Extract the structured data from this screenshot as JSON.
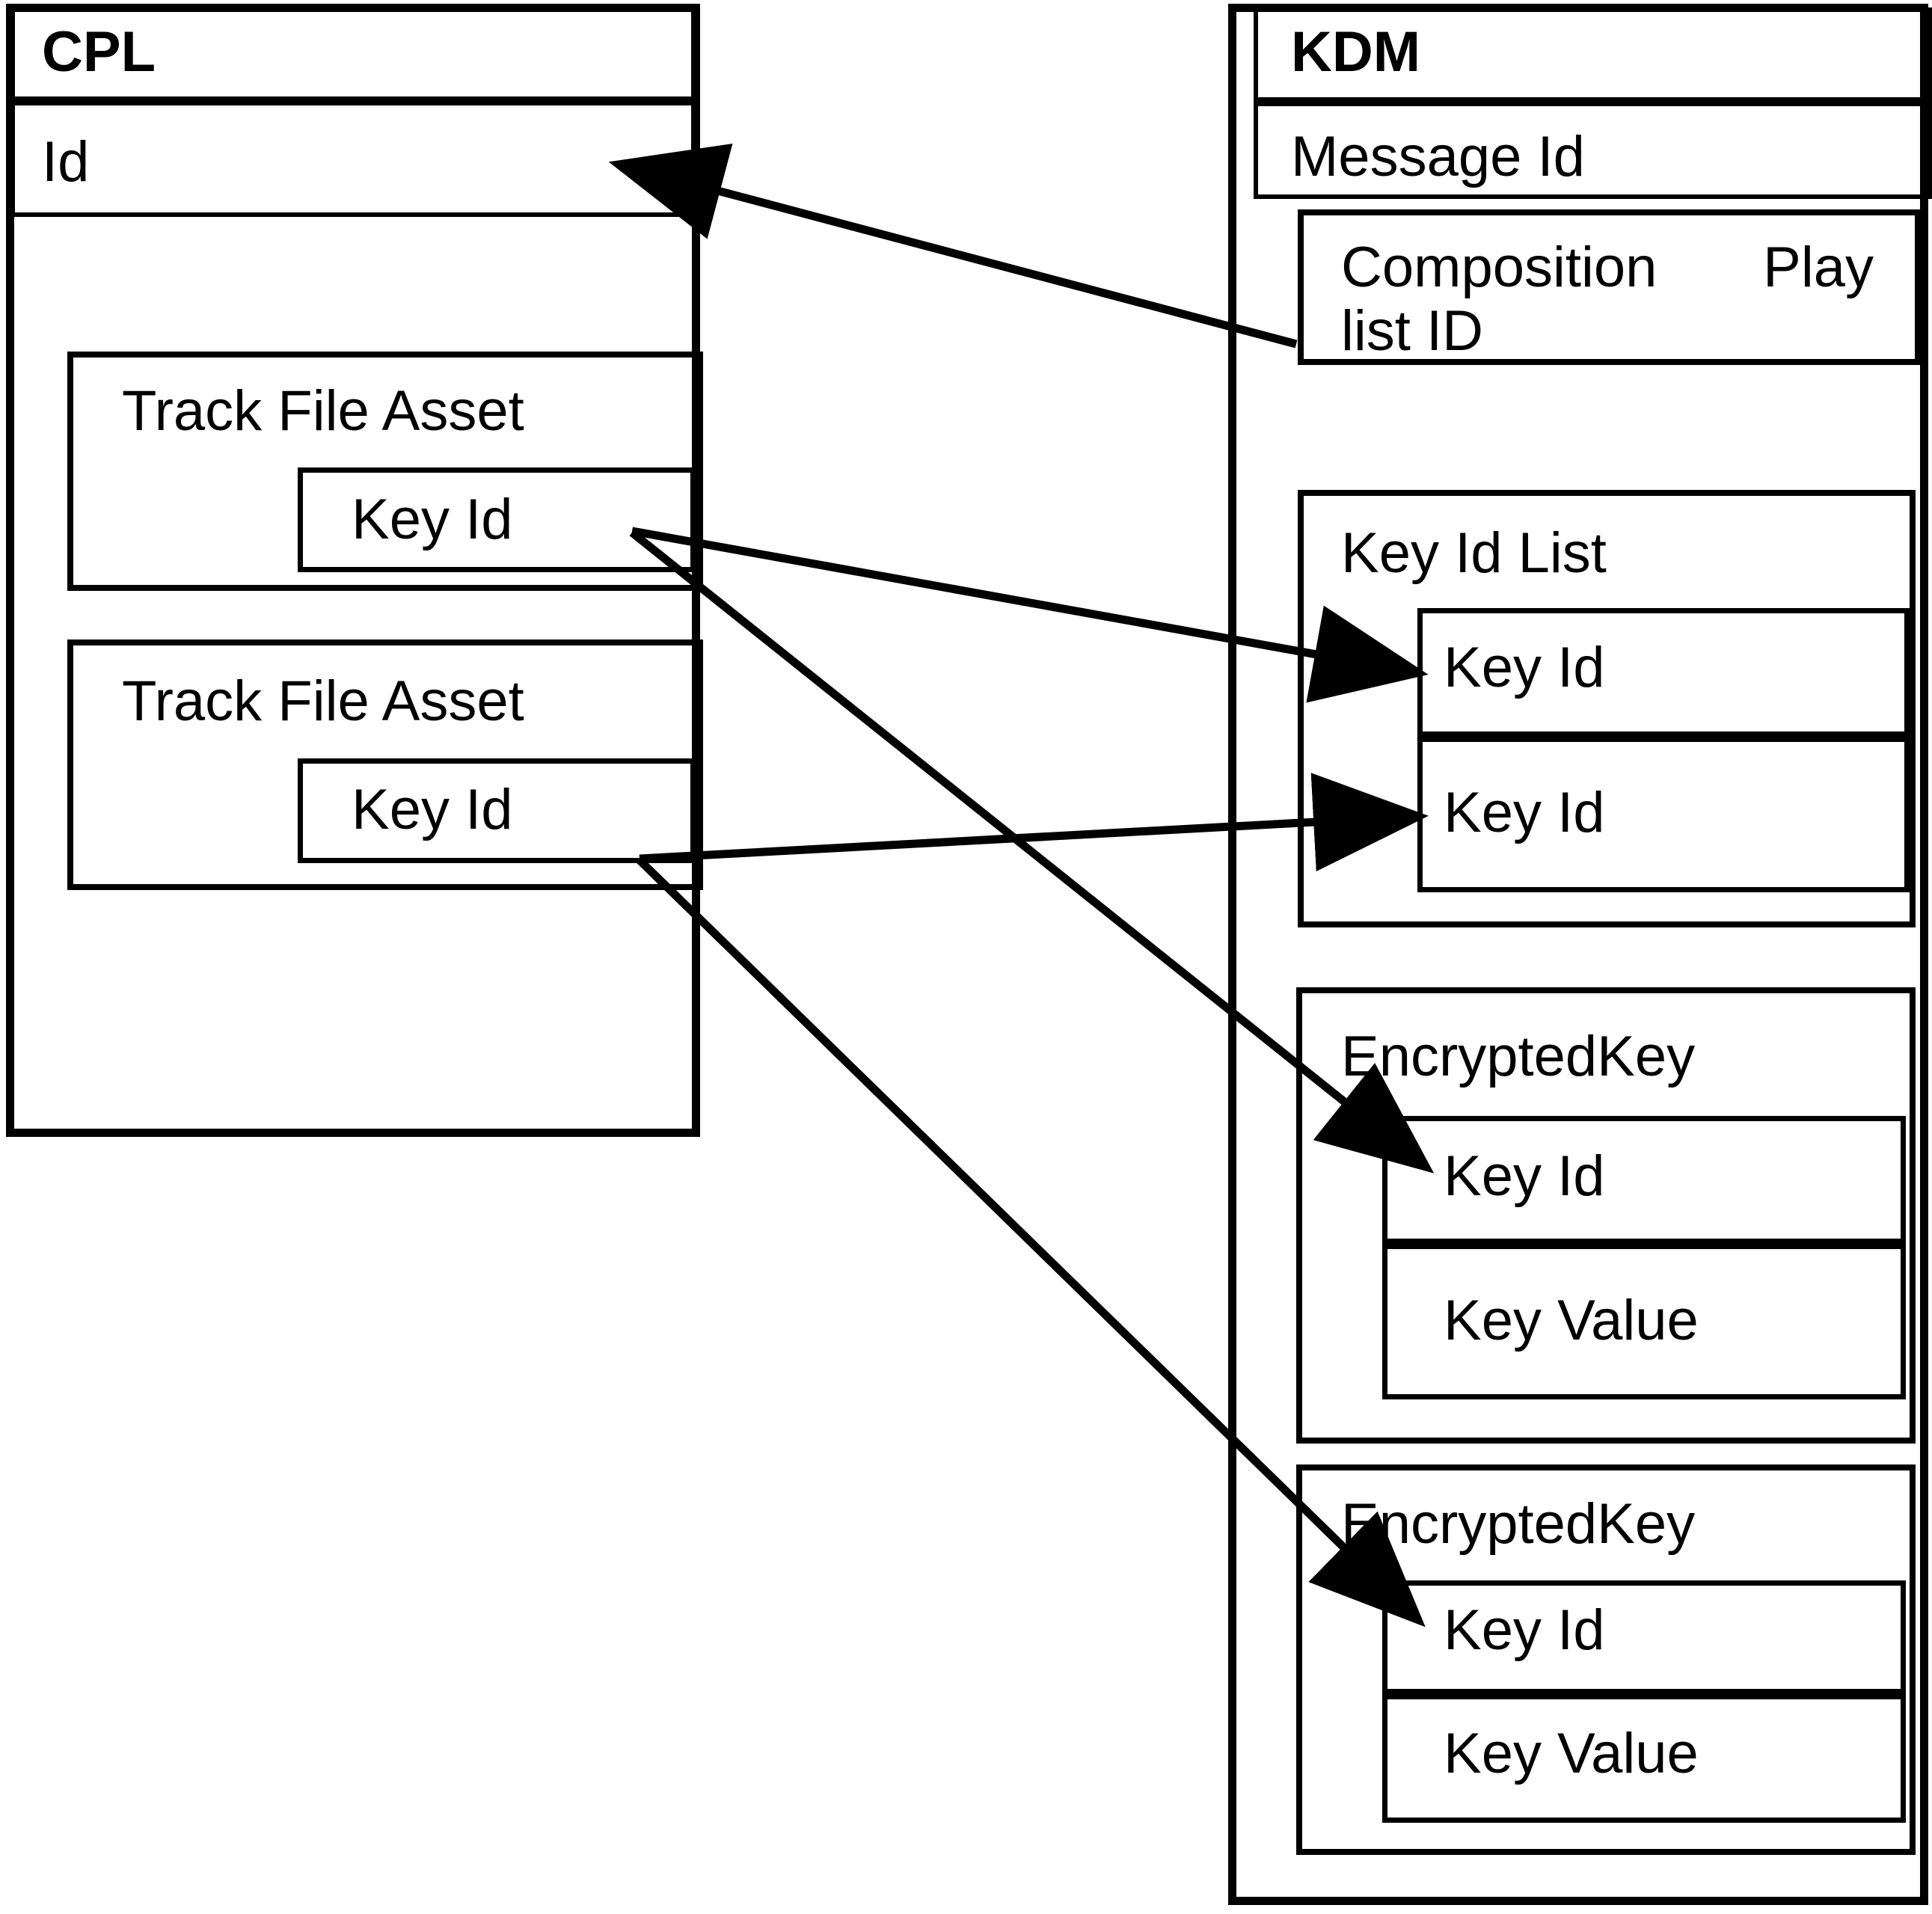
{
  "diagram": {
    "title_left": "CPL",
    "title_right": "KDM",
    "cpl": {
      "header": "CPL",
      "id_row": "Id",
      "assets": [
        {
          "name": "Track File Asset",
          "key_id": "Key Id"
        },
        {
          "name": "Track File Asset",
          "key_id": "Key Id"
        }
      ]
    },
    "kdm": {
      "header": "KDM",
      "message_id": "Message Id",
      "composition_playlist_id_line1": "Composition    Play",
      "composition_playlist_id_line2": "list ID",
      "key_id_list": {
        "label": "Key Id List",
        "items": [
          "Key Id",
          "Key Id"
        ]
      },
      "encrypted_keys": [
        {
          "label": "EncryptedKey",
          "key_id": "Key Id",
          "key_value": "Key Value"
        },
        {
          "label": "EncryptedKey",
          "key_id": "Key Id",
          "key_value": "Key Value"
        }
      ]
    },
    "arrows": [
      {
        "name": "composition-playlist-id-to-cpl-id",
        "from": "Composition Play list ID",
        "to": "Id"
      },
      {
        "name": "cpl-asset1-keyid-to-kdm-keyidlist-item1",
        "from": "Key Id",
        "to": "Key Id"
      },
      {
        "name": "cpl-asset1-keyid-to-kdm-encryptedkey1-keyid",
        "from": "Key Id",
        "to": "Key Id"
      },
      {
        "name": "cpl-asset2-keyid-to-kdm-keyidlist-item2",
        "from": "Key Id",
        "to": "Key Id"
      },
      {
        "name": "cpl-asset2-keyid-to-kdm-encryptedkey2-keyid",
        "from": "Key Id",
        "to": "Key Id"
      }
    ],
    "colors": {
      "stroke": "#000000",
      "background": "#ffffff"
    }
  }
}
